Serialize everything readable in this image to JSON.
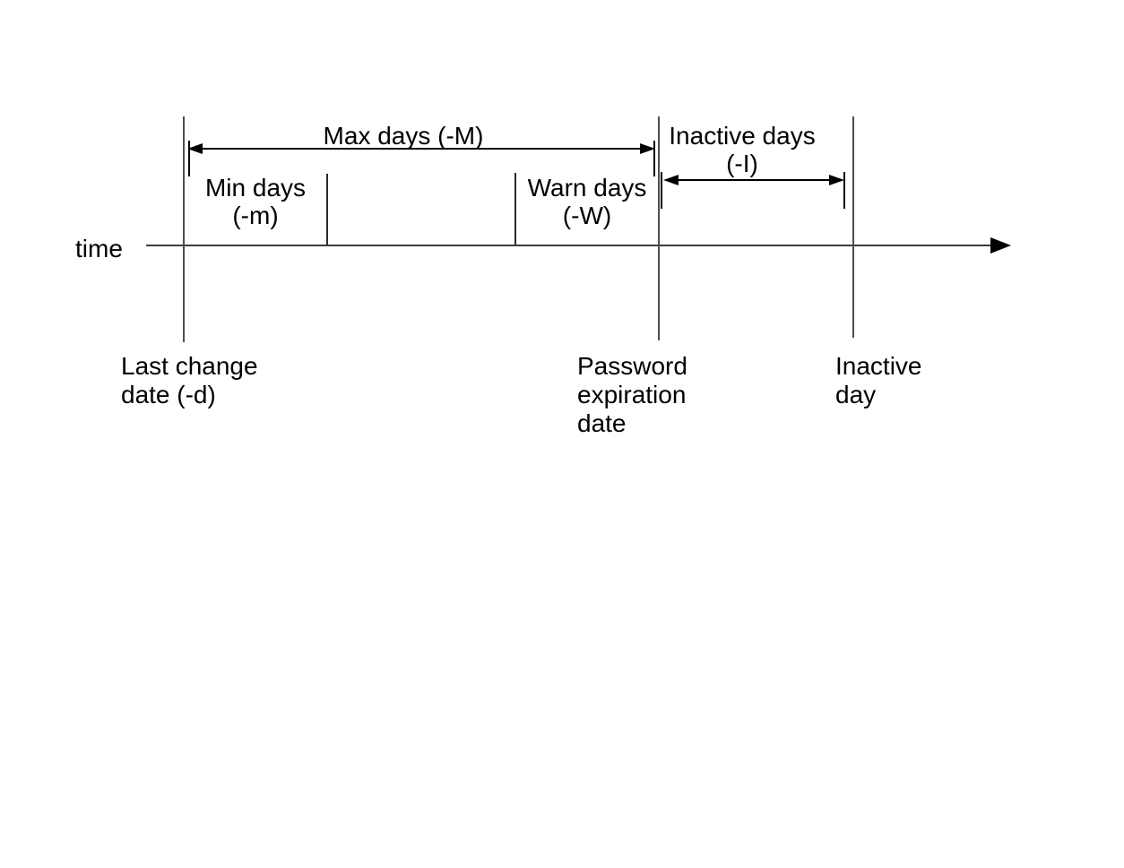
{
  "diagram": {
    "axis": {
      "label": "time"
    },
    "markers": [
      {
        "name": "last-change-date",
        "label": "Last change\ndate (-d)"
      },
      {
        "name": "password-expiration-date",
        "label": "Password\nexpiration\ndate"
      },
      {
        "name": "inactive-day",
        "label": "Inactive\nday"
      }
    ],
    "intervals": [
      {
        "name": "max-days",
        "label": "Max days (-M)"
      },
      {
        "name": "min-days",
        "label": "Min days\n(-m)"
      },
      {
        "name": "warn-days",
        "label": "Warn days\n(-W)"
      },
      {
        "name": "inactive-days",
        "label": "Inactive days\n(-I)"
      }
    ],
    "colors": {
      "background": "#ffffff",
      "marker_line": "#4d4d4d",
      "arrow": "#000000",
      "text": "#000000"
    }
  }
}
